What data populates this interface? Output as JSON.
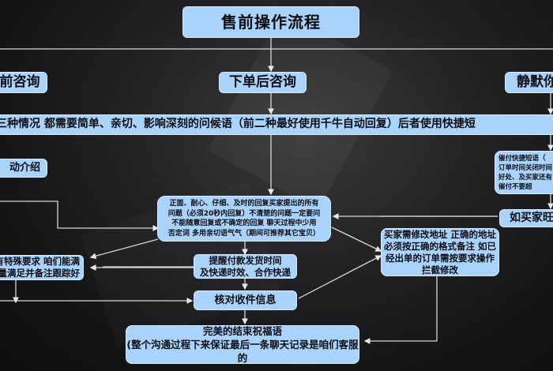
{
  "title": "售前操作流程",
  "categories": [
    {
      "id": "pre",
      "label": "前咨询"
    },
    {
      "id": "post-order",
      "label": "下单后咨询"
    },
    {
      "id": "silent",
      "label": "静默你"
    }
  ],
  "banner": "三种情况 都需要简单、亲切、影响深刻的问候语（前二种最好使用千牛自动回复）后者使用快捷短",
  "left": {
    "intro": "动介绍",
    "special_request": [
      "有特殊要求 咱们能满",
      "量满足并备注跟踪好"
    ]
  },
  "center": {
    "reply_guidelines": [
      "正面、耐心、仔细、及时的回复买家提出的所有",
      "问题（必须20秒内回复）不清楚的问题一定要问",
      "不能随意回复或不确定的回复 聊天过程中少用",
      "否定词 多用亲切语气气（期间可推荐其它宝贝）"
    ],
    "payment_reminder": [
      "提醒付款发货时间",
      "及快递时效、合作快递"
    ],
    "verify_info": "核对收件信息",
    "closing": [
      "完美的结束祝福语",
      "(整个沟通过程下来保证最后一条聊天记录是咱们客服的"
    ]
  },
  "right": {
    "urge_payment": [
      "催付快捷短语（",
      "订单时间关闭时间",
      "好处、及买家还有",
      "催付不要超"
    ],
    "buyer_wangwang": "如买家旺",
    "address_change": [
      "买家需修改地址 正确的地址",
      "必须按正确的格式备注 如已",
      "经出单的订单需按要求操作",
      "拦截修改"
    ]
  },
  "colors": {
    "box_fill": "#a9d3fb",
    "box_border": "#d9ecff",
    "text": "#0d0d14",
    "connector": "#d8d8d8",
    "background": "#1c1c1e"
  }
}
